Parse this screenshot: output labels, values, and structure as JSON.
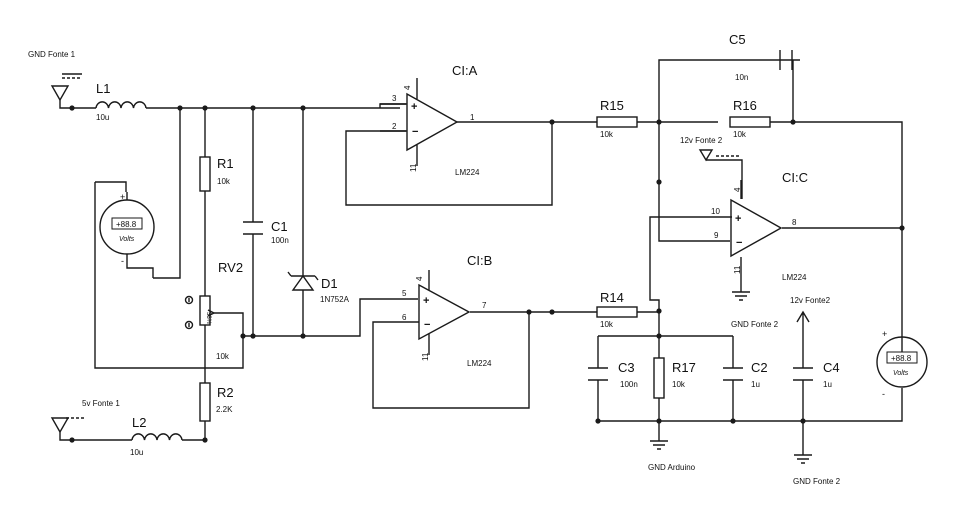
{
  "grounds": {
    "gnd_fonte1": "GND Fonte 1",
    "fonte_5v": "5v Fonte 1",
    "fonte_12v_a": "12v Fonte 2",
    "fonte_12v_b": "12v Fonte2",
    "gnd_fonte2_a": "GND Fonte 2",
    "gnd_fonte2_b": "GND Fonte 2",
    "gnd_arduino": "GND Arduino"
  },
  "components": {
    "L1": {
      "ref": "L1",
      "value": "10u"
    },
    "L2": {
      "ref": "L2",
      "value": "10u"
    },
    "R1": {
      "ref": "R1",
      "value": "10k"
    },
    "RV2": {
      "ref": "RV2",
      "value": "10k",
      "wiper": "33%"
    },
    "R2": {
      "ref": "R2",
      "value": "2.2K"
    },
    "C1": {
      "ref": "C1",
      "value": "100n"
    },
    "D1": {
      "ref": "D1",
      "value": "1N752A"
    },
    "R15": {
      "ref": "R15",
      "value": "10k"
    },
    "R16": {
      "ref": "R16",
      "value": "10k"
    },
    "R14": {
      "ref": "R14",
      "value": "10k"
    },
    "R17": {
      "ref": "R17",
      "value": "10k"
    },
    "C5": {
      "ref": "C5",
      "value": "10n"
    },
    "C3": {
      "ref": "C3",
      "value": "100n"
    },
    "C2": {
      "ref": "C2",
      "value": "1u"
    },
    "C4": {
      "ref": "C4",
      "value": "1u"
    },
    "CIA": {
      "ref": "CI:A",
      "value": "LM224",
      "pin_plus": "3",
      "pin_minus": "2",
      "pin_out": "1",
      "pin_top": "4",
      "pin_bot": "11"
    },
    "CIB": {
      "ref": "CI:B",
      "value": "LM224",
      "pin_plus": "5",
      "pin_minus": "6",
      "pin_out": "7",
      "pin_top": "4",
      "pin_bot": "11"
    },
    "CIC": {
      "ref": "CI:C",
      "value": "LM224",
      "pin_plus": "10",
      "pin_minus": "9",
      "pin_out": "8",
      "pin_top": "4",
      "pin_bot": "11"
    }
  },
  "voltmeters": {
    "vm1": {
      "reading": "+88.8",
      "unit": "Volts",
      "plus": "+",
      "minus": "-"
    },
    "vm2": {
      "reading": "+88.8",
      "unit": "Volts",
      "plus": "+",
      "minus": "-"
    }
  }
}
